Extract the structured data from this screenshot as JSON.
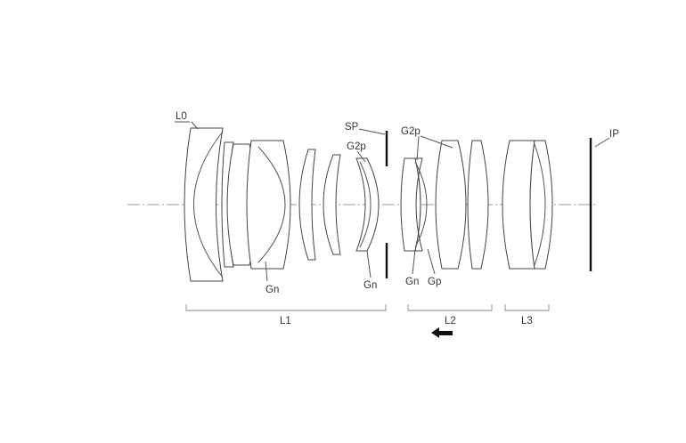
{
  "labels": {
    "l0": "L0",
    "sp": "SP",
    "g2p_top_left": "G2p",
    "g2p_top_right": "G2p",
    "ip": "IP",
    "gn_1": "Gn",
    "gn_2": "Gn",
    "gn_3": "Gn",
    "gp": "Gp",
    "l1": "L1",
    "l2": "L2",
    "l3": "L3"
  },
  "icons": {
    "focus_arrow": "arrow-left-icon"
  }
}
